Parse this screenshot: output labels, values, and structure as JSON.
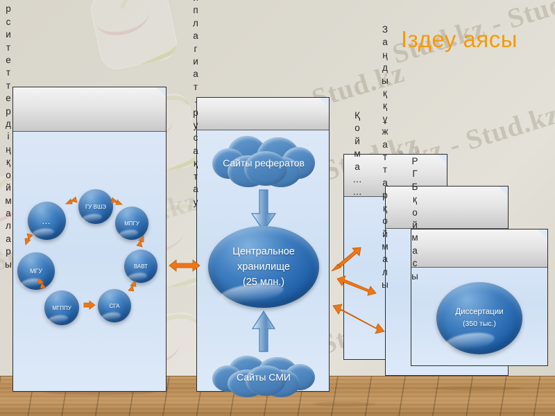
{
  "slide": {
    "title": "Іздеу аясы",
    "title_color": "#f59a0b",
    "background_color": "#dcd9cf",
    "floor_color": "#b98a53",
    "watermark_text": "Stud.kz - Stud.kz"
  },
  "panels": {
    "universities": {
      "vertical_label": "...рситеттердің қоймалары",
      "ring_nodes": [
        {
          "label": "ГУ ВШЭ"
        },
        {
          "label": "МПГУ"
        },
        {
          "label": "ВАВТ"
        },
        {
          "label": "СГА"
        },
        {
          "label": "МГППУ"
        },
        {
          "label": "МГУ"
        },
        {
          "label": "…"
        }
      ]
    },
    "antiplagiat": {
      "vertical_label": "...иплагиат.ру сақтау",
      "top_cloud": "Сайты рефератов",
      "center_orb": "Центральное хранилище (25 млн.)",
      "center_orb_lines": [
        "Центральное",
        "хранилище",
        "(25 млн.)"
      ],
      "bottom_cloud": "Сайты СМИ"
    },
    "storage_etc": {
      "vertical_label": "Қойма……"
    },
    "legal_docs": {
      "vertical_label": "Заңдық құжаттар қоймалары"
    },
    "rgb": {
      "vertical_label": "РГБ қоймасы",
      "orb_lines": [
        "Диссертации",
        "(350 тыс.)"
      ]
    }
  },
  "icons": {
    "down_arrow": "down-block-arrow-icon",
    "up_arrow": "up-block-arrow-icon",
    "double_arrow": "double-headed-arrow-icon",
    "chevron": "chevron-arrow-icon",
    "leaf": "leaf-decoration-icon"
  },
  "colors": {
    "accent_orange": "#ee7617",
    "node_blue": "#1e5fa8",
    "cloud_blue": "#4f87bf",
    "panel_fill": "#d4e3f6",
    "tab_gray": "#e0e0e0"
  }
}
